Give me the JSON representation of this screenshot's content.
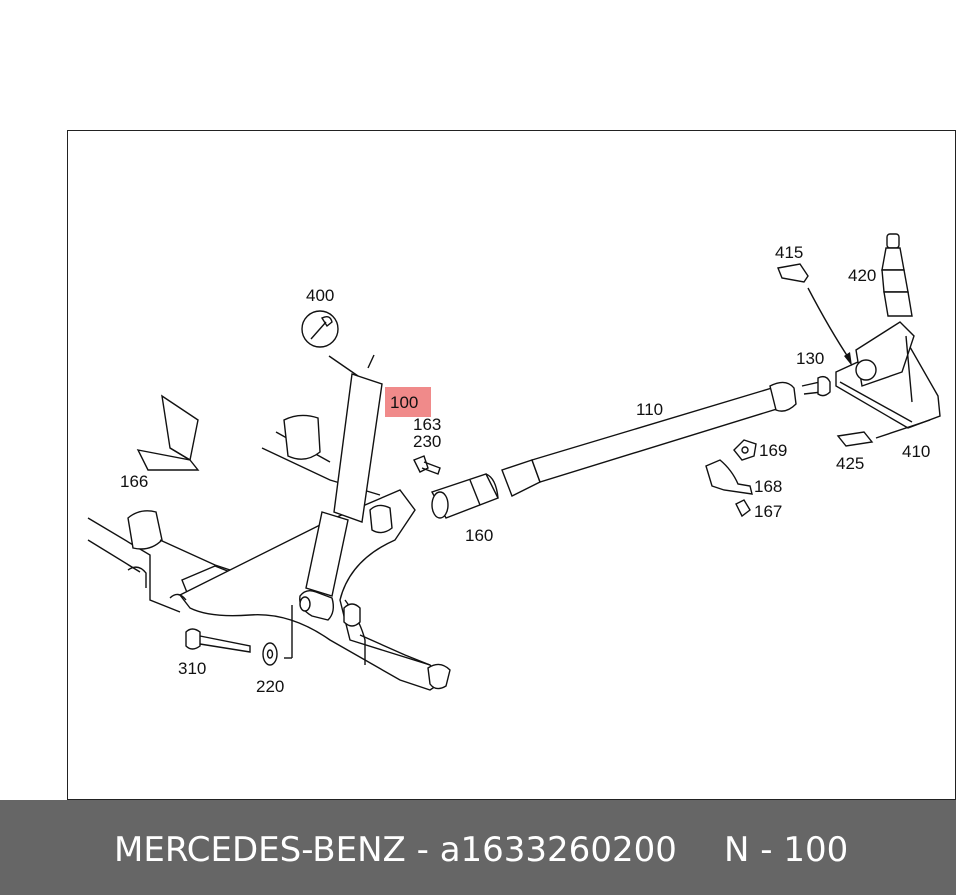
{
  "diagram": {
    "labels": [
      "100",
      "110",
      "130",
      "160",
      "163",
      "166",
      "167",
      "168",
      "169",
      "220",
      "230",
      "310",
      "400",
      "410",
      "415",
      "420",
      "425"
    ],
    "highlight_label": "100",
    "highlight_color": "#f08a8a"
  },
  "footer": {
    "brand_part": "MERCEDES-BENZ - a1633260200",
    "position": "N - 100",
    "background": "#666666"
  }
}
